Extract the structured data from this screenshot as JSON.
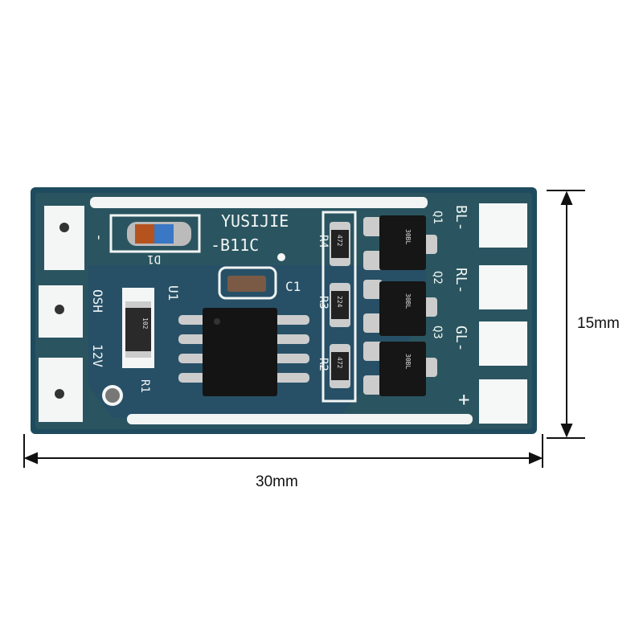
{
  "board": {
    "brand": "YUSIJIE",
    "model": "-B11C",
    "labels": {
      "c1": "C1",
      "u1": "U1",
      "d1": "D1",
      "r1": "R1",
      "r2": "R2",
      "r3": "R3",
      "r4": "R4",
      "q1": "Q1",
      "q2": "Q2",
      "q3": "Q3",
      "osh": "OSH",
      "v12": "12V",
      "bl": "BL-",
      "rl": "RL-",
      "gl": "GL-",
      "plus": "+",
      "minus": "-"
    },
    "component_markings": {
      "r1": "102",
      "r4": "472",
      "r3": "224",
      "r2": "472",
      "q1": "30BL",
      "q2": "30BL",
      "q3": "30BL"
    }
  },
  "dimensions": {
    "height_label": "15mm",
    "width_label": "30mm"
  },
  "colors": {
    "pcb": "#21495a",
    "pad": "#f4f6f6",
    "silk": "#f2f5f4"
  }
}
